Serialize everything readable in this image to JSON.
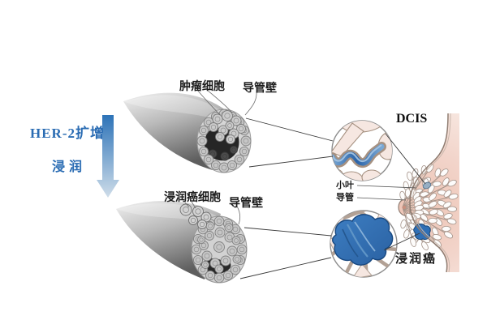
{
  "process_labels": {
    "her2": "HER-2扩增",
    "invasion": "浸润"
  },
  "top_duct": {
    "tumor_cells": "肿瘤细胞",
    "duct_wall": "导管壁"
  },
  "bottom_duct": {
    "invasive_cells": "浸润癌细胞",
    "duct_wall": "导管壁"
  },
  "breast_panel": {
    "dcis": "DCIS",
    "lobule": "小叶",
    "duct": "导管",
    "invasive_carcinoma": "浸润癌"
  },
  "colors": {
    "accent_blue": "#2a6cb3",
    "arrow_gradient_top": "#2d73b8",
    "arrow_gradient_bottom": "#cfdde9",
    "tumor_blue": "#2f6fb5",
    "skin_pink": "#f0cbbe",
    "pale_pink": "#f6e7e1",
    "wall_taupe": "#a69181",
    "duct_gray": "#c9c9c9",
    "lumen_black": "#262626",
    "label_color": "#1c1c1c"
  }
}
